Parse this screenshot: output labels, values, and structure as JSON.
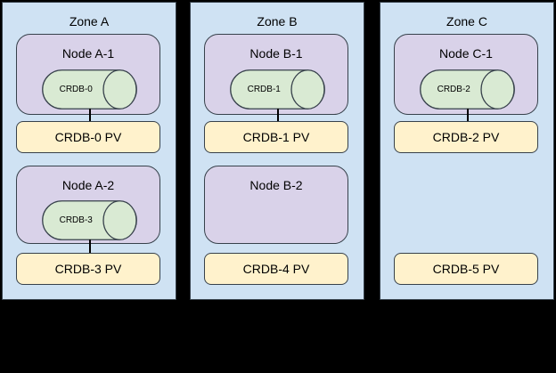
{
  "canvas": {
    "background": "#000000"
  },
  "palette": {
    "zone_fill": "#cfe2f3",
    "node_fill": "#d9d2e9",
    "pod_fill": "#d9ead3",
    "pv_fill": "#fff2cc",
    "stroke": "#37414b",
    "connector_color": "#000000",
    "text_color": "#000000"
  },
  "zones": [
    {
      "label": "Zone A",
      "rows": [
        {
          "node_label": "Node A-1",
          "pod_label": "CRDB-0",
          "pv_label": "CRDB-0 PV"
        },
        {
          "node_label": "Node A-2",
          "pod_label": "CRDB-3",
          "pv_label": "CRDB-3 PV"
        }
      ]
    },
    {
      "label": "Zone B",
      "rows": [
        {
          "node_label": "Node B-1",
          "pod_label": "CRDB-1",
          "pv_label": "CRDB-1 PV"
        },
        {
          "node_label": "Node B-2",
          "pv_label": "CRDB-4 PV"
        }
      ]
    },
    {
      "label": "Zone C",
      "rows": [
        {
          "node_label": "Node C-1",
          "pod_label": "CRDB-2",
          "pv_label": "CRDB-2 PV"
        },
        {
          "pv_label": "CRDB-5 PV"
        }
      ]
    }
  ]
}
